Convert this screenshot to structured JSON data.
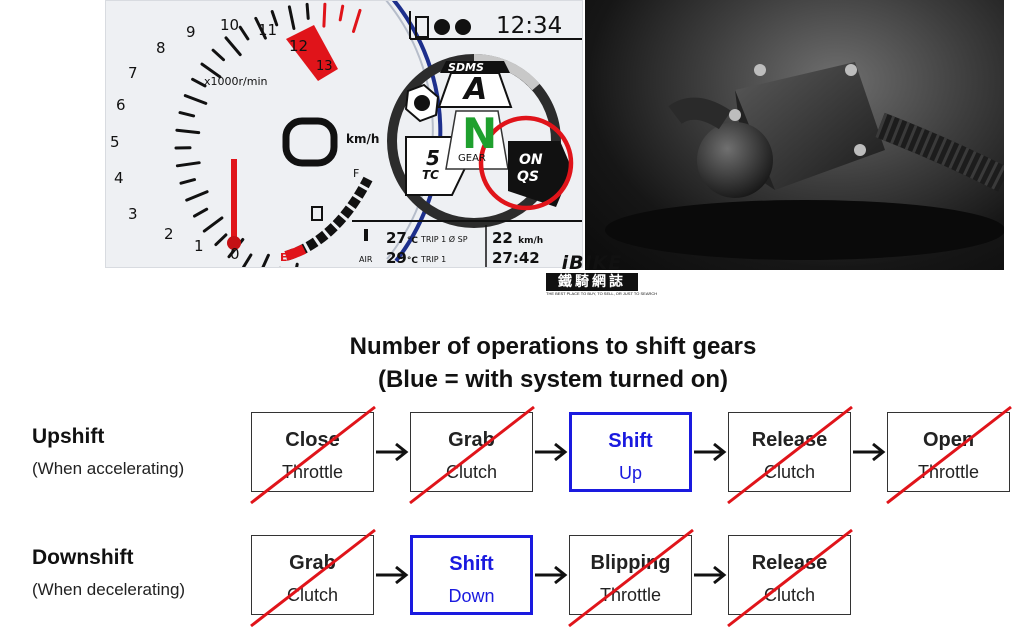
{
  "dashboard": {
    "clock": "12:34",
    "tach_unit": "x1000r/min",
    "tach_labels": [
      "0",
      "1",
      "2",
      "3",
      "4",
      "5",
      "6",
      "7",
      "8",
      "9",
      "10",
      "11",
      "12",
      "13"
    ],
    "speed_value": "0",
    "speed_unit": "km/h",
    "sdms_label": "SDMS",
    "sdms_mode": "A",
    "gear_value": "N",
    "gear_label": "GEAR",
    "tc_value": "5",
    "tc_label": "TC",
    "qs_line1": "ON",
    "qs_line2": "QS",
    "fuel_full": "F",
    "fuel_empty": "E",
    "water_temp": "27",
    "air_label": "AIR",
    "air_temp": "29",
    "temp_unit": "°C",
    "trip1_avg_label": "TRIP 1 Ø SP",
    "trip1_speed": "22",
    "trip1_speed_unit": "km/h",
    "trip1_time_label": "TRIP 1",
    "trip1_time": "27:42"
  },
  "logo": {
    "brand": "iBIKE",
    "chinese": "鐵騎網誌",
    "tagline": "THE BEST PLACE TO BUY, TO SELL, OR JUST TO SEARCH"
  },
  "title_line1": "Number of operations to shift gears",
  "title_line2": "(Blue = with system turned on)",
  "upshift": {
    "label": "Upshift",
    "sub": "(When accelerating)",
    "steps": [
      {
        "line1": "Close",
        "line2": "Throttle",
        "active": false,
        "crossed": true
      },
      {
        "line1": "Grab",
        "line2": "Clutch",
        "active": false,
        "crossed": true
      },
      {
        "line1": "Shift",
        "line2": "Up",
        "active": true,
        "crossed": false
      },
      {
        "line1": "Release",
        "line2": "Clutch",
        "active": false,
        "crossed": true
      },
      {
        "line1": "Open",
        "line2": "Throttle",
        "active": false,
        "crossed": true
      }
    ]
  },
  "downshift": {
    "label": "Downshift",
    "sub": "(When decelerating)",
    "steps": [
      {
        "line1": "Grab",
        "line2": "Clutch",
        "active": false,
        "crossed": true
      },
      {
        "line1": "Shift",
        "line2": "Down",
        "active": true,
        "crossed": false
      },
      {
        "line1": "Blipping",
        "line2": "Throttle",
        "active": false,
        "crossed": true
      },
      {
        "line1": "Release",
        "line2": "Clutch",
        "active": false,
        "crossed": true
      }
    ]
  },
  "colors": {
    "active_blue": "#1a1adf",
    "cross_red": "#e0141a",
    "redline": "#e0141a",
    "highlight_circle": "#e0141a"
  }
}
